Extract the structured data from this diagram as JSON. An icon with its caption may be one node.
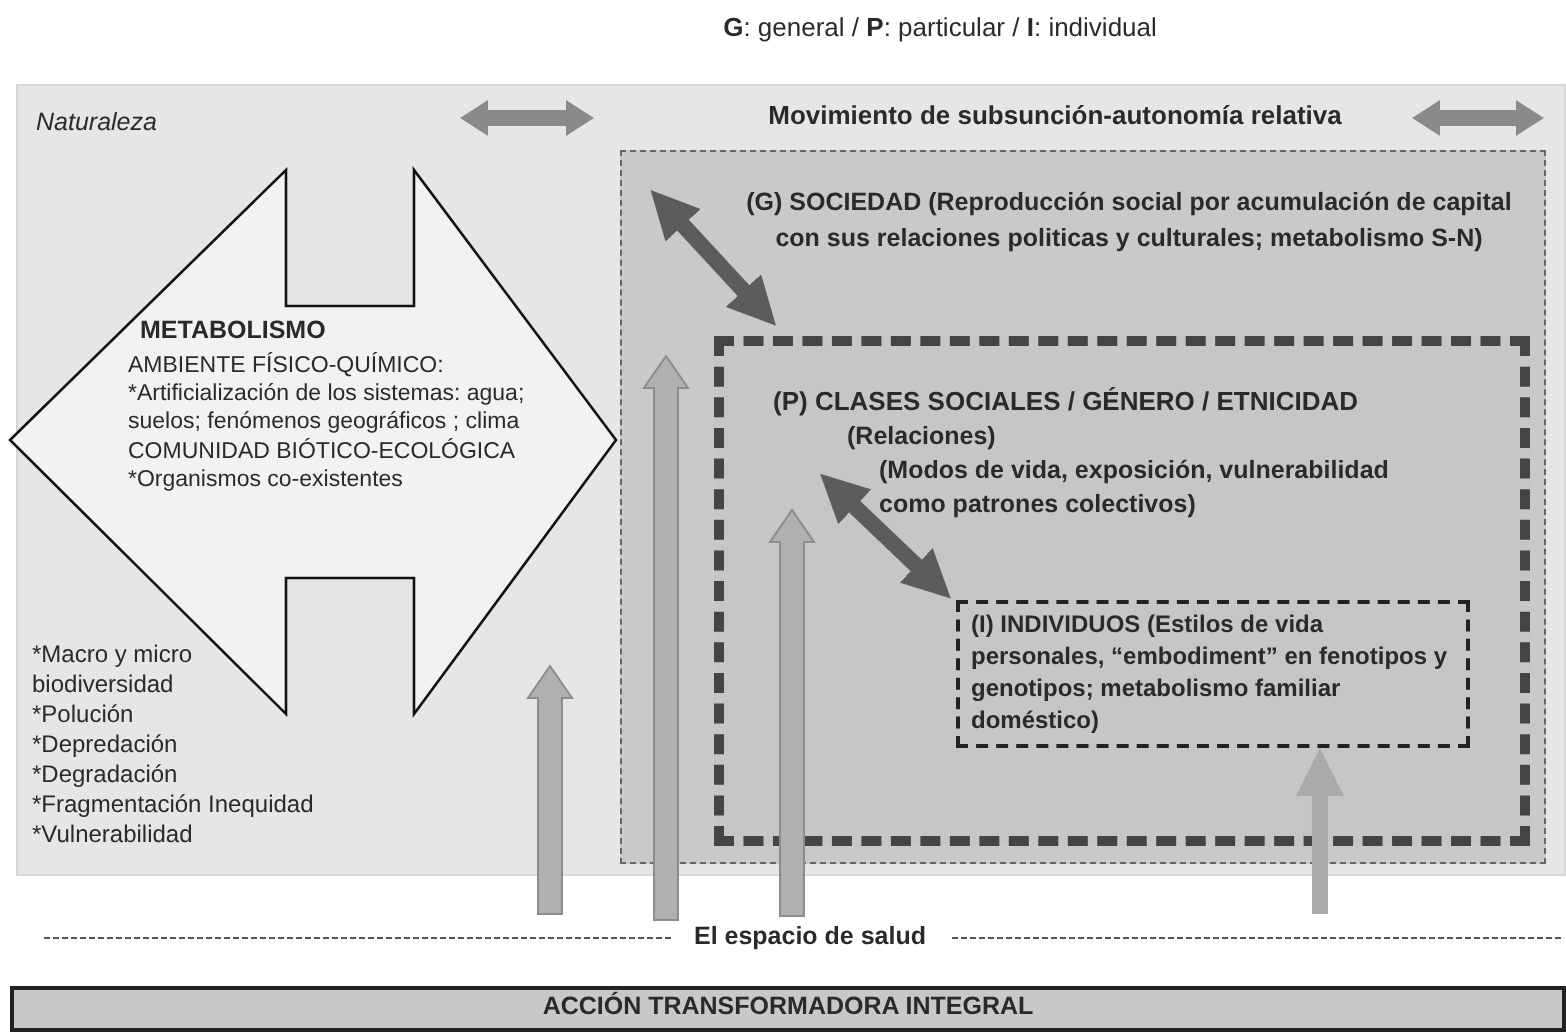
{
  "diagram": {
    "nodes": [
      {
        "text": [
          "Naturaleza"
        ]
      },
      {
        "text": [
          "METABOLISMO",
          "AMBIENTE FÍSICO-QUÍMICO:",
          "*Artificialización de los sistemas: agua; suelos; fenómenos geográficos ; clima",
          "COMUNIDAD BIÓTICO-ECOLÓGICA",
          "*Organismos co-existentes"
        ],
        "in": 0
      },
      {
        "text": [
          "(G) SOCIEDAD (Reproducción social por acumulación de capital con sus relaciones politicas y culturales; metabolismo S-N)"
        ],
        "in": 0
      },
      {
        "text": [
          "(P) CLASES SOCIALES / GÉNERO / ETNICIDAD",
          "(Relaciones)",
          "(Modos de vida, exposición, vulnerabilidad como patrones colectivos)"
        ],
        "in": 2
      },
      {
        "text": [
          "(I) INDIVIDUOS (Estilos de vida personales, “embodiment” en fenotipos y genotipos; metabolismo familiar doméstico)"
        ],
        "in": 3
      },
      {
        "text": [
          "ACCIÓN TRANSFORMADORA INTEGRAL"
        ]
      }
    ],
    "edges": [
      {
        "from": 2,
        "to": 3,
        "arrow": "both"
      },
      {
        "from": 3,
        "to": 4,
        "arrow": "both"
      },
      {
        "from": null,
        "to": 4,
        "arrow": "to",
        "color": "#aaaaaa"
      }
    ],
    "labels": [
      "**G**: general / **P**: particular / **I**: individual",
      "Movimiento de subsunción-autonomía relativa",
      "*Macro y micro biodiversidad",
      "*Polución",
      "*Depredación",
      "*Degradación",
      "*Fragmentación Inequidad",
      "*Vulnerabilidad",
      "El espacio de salud"
    ]
  }
}
